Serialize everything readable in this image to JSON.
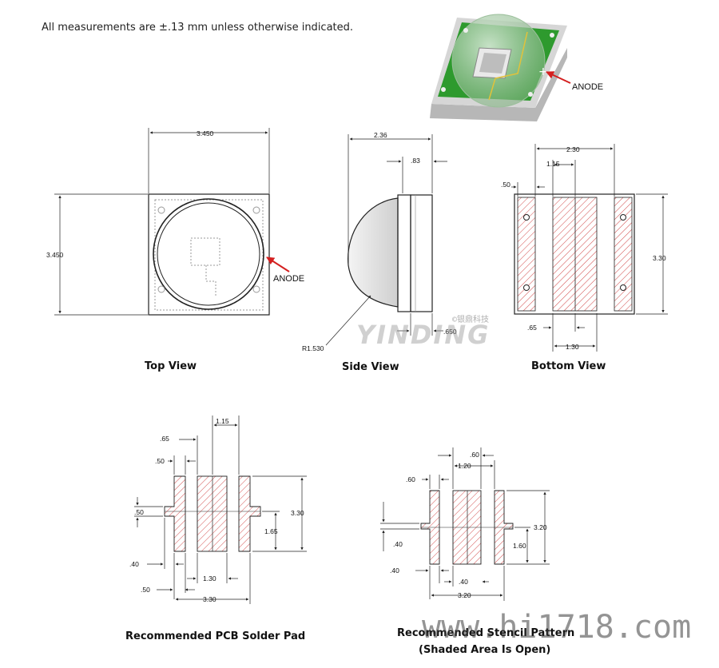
{
  "note": "All measurements are ±.13 mm unless otherwise indicated.",
  "callouts": {
    "anode_photo": "ANODE",
    "anode_top": "ANODE"
  },
  "views": {
    "top": {
      "title": "Top View",
      "dims": {
        "width": "3.450",
        "height": "3.450"
      }
    },
    "side": {
      "title": "Side View",
      "dims": {
        "overall": "2.36",
        "base": ".83",
        "standoff": ".650",
        "radius": "R1.530"
      }
    },
    "bottom": {
      "title": "Bottom View",
      "dims": {
        "span": "2.30",
        "center_pad": "1.15",
        "side_pad": ".50",
        "gap": ".65",
        "pitch": "1.30",
        "height": "3.30"
      }
    },
    "pcb": {
      "title": "Recommended PCB Solder Pad",
      "dims": {
        "center_pad": "1.15",
        "gap": ".65",
        "side_pad": ".50",
        "tab": ".50",
        "height": "3.30",
        "half_height": "1.65",
        "tab_ext": ".40",
        "pitch": "1.30",
        "tab_w": ".50",
        "total_w": "3.30"
      }
    },
    "stencil": {
      "title_line1": "Recommended Stencil Pattern",
      "title_line2": "(Shaded Area Is Open)",
      "dims": {
        "gap_top": ".60",
        "center": "1.20",
        "side": ".60",
        "height": "3.20",
        "half_height": "1.60",
        "tab": ".40",
        "tab_ext": ".40",
        "gap_bottom": ".40",
        "total_w": "3.20"
      }
    }
  },
  "watermarks": {
    "logo_text": "YINDING",
    "logo_cn": "©银鼎科技",
    "site": "www.hi1718.com"
  },
  "colors": {
    "pad_hatch": "#d24b4b",
    "pcb_green": "#2e9a2e",
    "line": "#222222",
    "arrow": "#d42020"
  }
}
